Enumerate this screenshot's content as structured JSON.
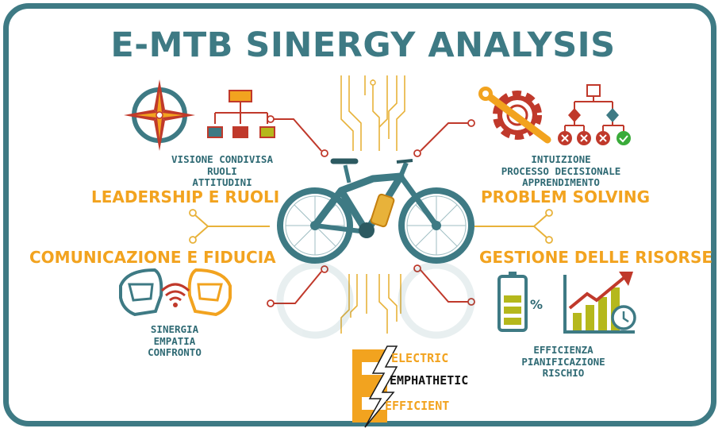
{
  "title": "E-MTB SINERGY ANALYSIS",
  "quadrants": {
    "leadership": {
      "heading": "LEADERSHIP E RUOLI",
      "items": [
        "VISIONE CONDIVISA",
        "RUOLI",
        "ATTITUDINI"
      ]
    },
    "problem": {
      "heading": "PROBLEM SOLVING",
      "items": [
        "INTUIZIONE",
        "PROCESSO DECISIONALE",
        "APPRENDIMENTO"
      ]
    },
    "communication": {
      "heading": "COMUNICAZIONE E FIDUCIA",
      "items": [
        "SINERGIA",
        "EMPATIA",
        "CONFRONTO"
      ]
    },
    "resources": {
      "heading": "GESTIONE DELLE RISORSE",
      "items": [
        "EFFICIENZA",
        "PIANIFICAZIONE",
        "RISCHIO"
      ]
    }
  },
  "logo": {
    "word1": "ELECTRIC",
    "word2": "EMPHATHETIC",
    "word3": "EFFICIENT"
  },
  "icons": {
    "percent_sign": "%"
  },
  "colors": {
    "teal": "#3e7a84",
    "orange": "#f2a31f",
    "red": "#c0392b",
    "gold": "#e8b23a",
    "olive": "#b5b81c"
  }
}
